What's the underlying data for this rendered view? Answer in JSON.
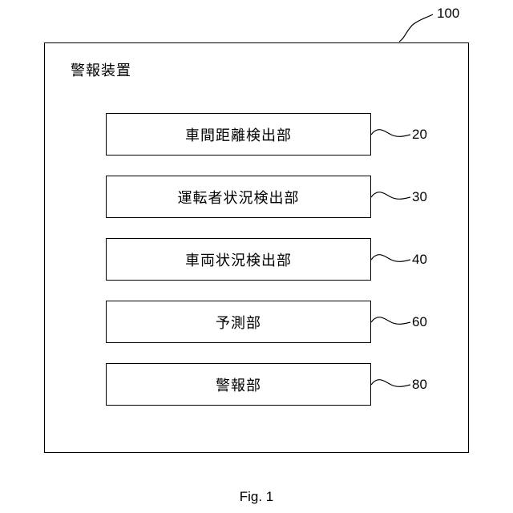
{
  "device": {
    "title": "警報装置",
    "ref": "100"
  },
  "units": [
    {
      "label": "車間距離検出部",
      "ref": "20"
    },
    {
      "label": "運転者状況検出部",
      "ref": "30"
    },
    {
      "label": "車両状況検出部",
      "ref": "40"
    },
    {
      "label": "予測部",
      "ref": "60"
    },
    {
      "label": "警報部",
      "ref": "80"
    }
  ],
  "caption": "Fig. 1"
}
